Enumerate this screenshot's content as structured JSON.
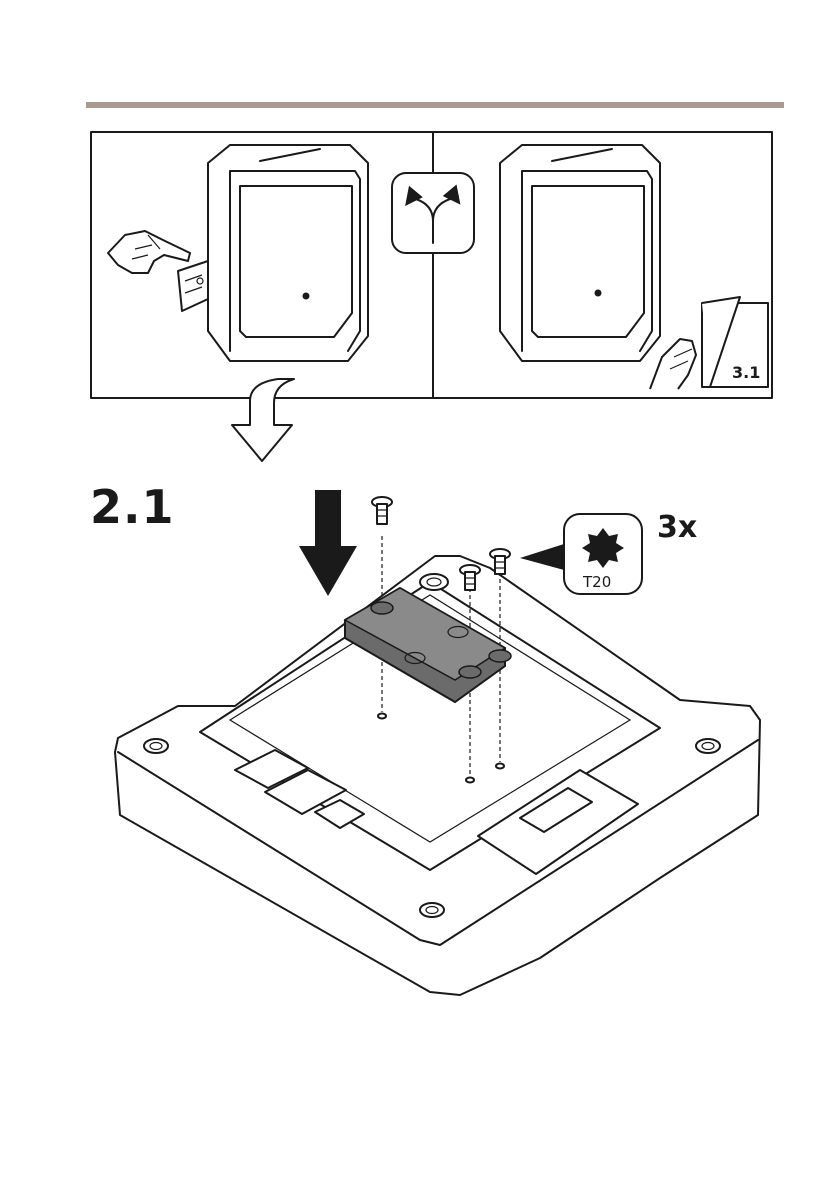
{
  "step": {
    "label": "2.1"
  },
  "quantity": {
    "label": "3x"
  },
  "tool": {
    "label": "T20",
    "icon": "torx-bit-icon"
  },
  "reference": {
    "label": "3.1"
  },
  "icons": {
    "choice": "split-arrows-icon",
    "down": "down-arrow-icon",
    "next": "outline-down-arrow-icon"
  },
  "colors": {
    "rule": "#a99990",
    "bracket": "#6b6b6b",
    "line": "#1a1a1a"
  }
}
